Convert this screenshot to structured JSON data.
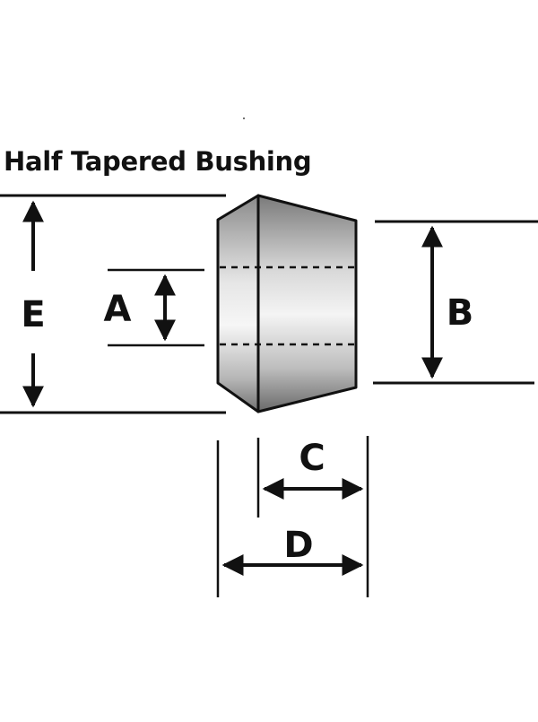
{
  "diagram": {
    "title": "Half Tapered Bushing",
    "dimensions": {
      "A": "A",
      "B": "B",
      "C": "C",
      "D": "D",
      "E": "E"
    },
    "colors": {
      "stroke": "#111111",
      "body_light": "#f2f2f2",
      "body_dark": "#6e6e6e",
      "background": "#ffffff"
    }
  }
}
